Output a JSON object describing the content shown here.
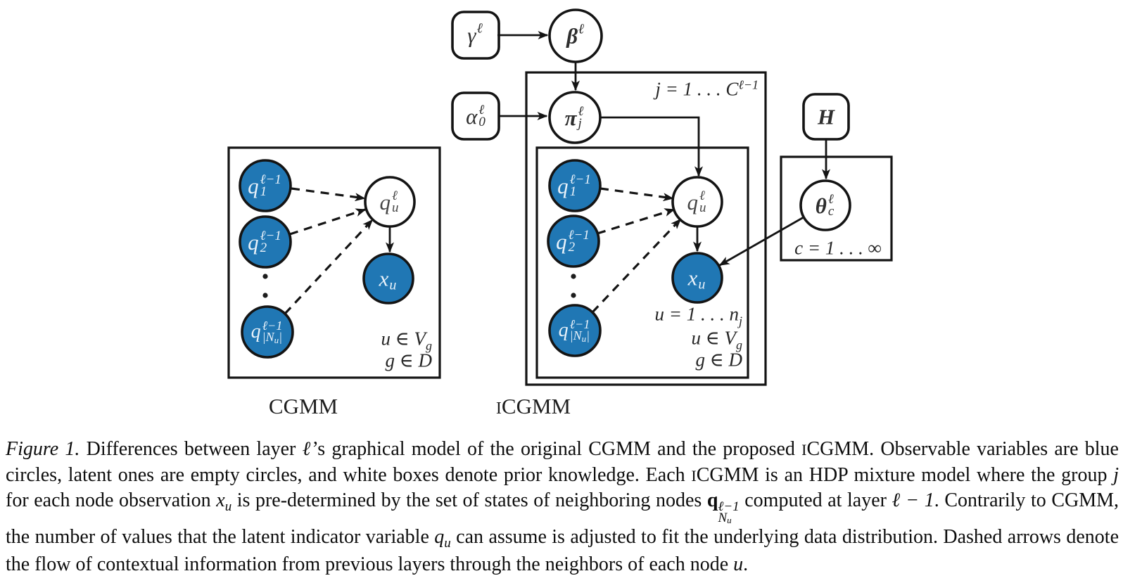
{
  "figure": {
    "colors": {
      "observed_blue": "#2077B4",
      "line_black": "#141414",
      "label_light": "#E9F2FA",
      "label_dark": "#2E2E2E"
    },
    "nodes": {
      "gamma": {
        "base": "γ",
        "sup": "ℓ"
      },
      "beta": {
        "base": "β",
        "sup": "ℓ"
      },
      "alpha": {
        "base": "α",
        "sup": "ℓ",
        "sub": "0"
      },
      "pi": {
        "base": "π",
        "sup": "ℓ",
        "sub": "j"
      },
      "H": {
        "base": "H"
      },
      "theta": {
        "base": "θ",
        "sup": "ℓ",
        "sub": "c"
      },
      "q1": {
        "base": "q",
        "sup": "ℓ−1",
        "sub": "1"
      },
      "q2": {
        "base": "q",
        "sup": "ℓ−1",
        "sub": "2"
      },
      "qN": {
        "base": "q",
        "sup": "ℓ−1",
        "sub_pre": "|N",
        "sub_u": "u",
        "sub_post": "|"
      },
      "qu": {
        "base": "q",
        "sup": "ℓ",
        "sub": "u"
      },
      "xu": {
        "base": "x",
        "sub": "u"
      }
    },
    "plate_annotations": {
      "j_range": {
        "text": "j = 1 . . . C",
        "sup": "ℓ−1"
      },
      "c_range": "c = 1 . . . ∞",
      "u_range": {
        "text": "u = 1 . . . n",
        "sub": "j"
      },
      "u_in": {
        "text": "u ∈ V",
        "sub": "g"
      },
      "g_in": "g ∈ D",
      "vdots": "⋮"
    },
    "subfigure_labels": {
      "left": "CGMM",
      "right_smallcap": "I",
      "right": "CGMM"
    }
  },
  "caption": {
    "segments": {
      "s0": "Figure 1.",
      "s1": " Differences between layer ",
      "s2": "ℓ",
      "s3": "’s graphical model of the original CGMM and the proposed ",
      "s4": "I",
      "s5": "CGMM. Observable variables are blue circles, latent ones are empty circles, and white boxes denote prior knowledge. Each ",
      "s6": "I",
      "s7": "CGMM is an HDP mixture model where the group ",
      "s8": "j",
      "s9": " for each node observation ",
      "s10": "x",
      "s11": "u",
      "s12": " is pre-determined by the set of states of neighboring nodes ",
      "s13": "q",
      "s13sup": "ℓ−1",
      "s13subn": "N",
      "s13subu": "u",
      "s14": " computed at layer ",
      "s15": "ℓ − 1",
      "s16": ". Contrarily to CGMM, the number of values that the latent indicator variable ",
      "s17": "q",
      "s18": "u",
      "s19": " can assume is adjusted to fit the underlying data distribution. Dashed arrows denote the flow of contextual information from previous layers through the neighbors of each node ",
      "s20": "u",
      "s21": "."
    }
  }
}
